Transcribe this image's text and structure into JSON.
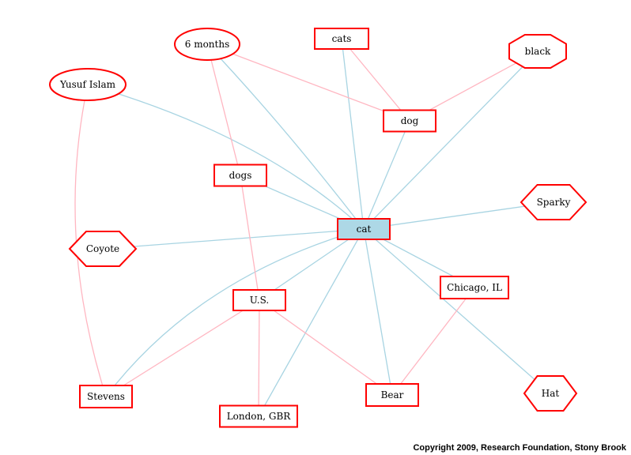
{
  "colors": {
    "node_border": "#ff0000",
    "focus_fill": "#add8e6",
    "edge_primary": "#a8d4e2",
    "edge_secondary": "#ffb6c1"
  },
  "nodes": {
    "six_months": {
      "label": "6 months",
      "shape": "ellipse"
    },
    "cats": {
      "label": "cats",
      "shape": "box"
    },
    "black": {
      "label": "black",
      "shape": "octagon"
    },
    "yusuf": {
      "label": "Yusuf Islam",
      "shape": "ellipse"
    },
    "dog": {
      "label": "dog",
      "shape": "box"
    },
    "dogs": {
      "label": "dogs",
      "shape": "box"
    },
    "cat": {
      "label": "cat",
      "shape": "box",
      "focus": true
    },
    "sparky": {
      "label": "Sparky",
      "shape": "hexagon"
    },
    "coyote": {
      "label": "Coyote",
      "shape": "hexagon"
    },
    "chicago": {
      "label": "Chicago, IL",
      "shape": "box"
    },
    "us": {
      "label": "U.S.",
      "shape": "box"
    },
    "stevens": {
      "label": "Stevens",
      "shape": "box"
    },
    "bear": {
      "label": "Bear",
      "shape": "box"
    },
    "hat": {
      "label": "Hat",
      "shape": "hexagon"
    },
    "london": {
      "label": "London, GBR",
      "shape": "box"
    }
  },
  "edges": [
    {
      "from": "six_months",
      "to": "cat",
      "type": "primary"
    },
    {
      "from": "yusuf",
      "to": "cat",
      "type": "primary"
    },
    {
      "from": "cats",
      "to": "cat",
      "type": "primary"
    },
    {
      "from": "black",
      "to": "cat",
      "type": "primary"
    },
    {
      "from": "dog",
      "to": "cat",
      "type": "primary"
    },
    {
      "from": "dogs",
      "to": "cat",
      "type": "primary"
    },
    {
      "from": "sparky",
      "to": "cat",
      "type": "primary"
    },
    {
      "from": "coyote",
      "to": "cat",
      "type": "primary"
    },
    {
      "from": "chicago",
      "to": "cat",
      "type": "primary"
    },
    {
      "from": "us",
      "to": "cat",
      "type": "primary"
    },
    {
      "from": "stevens",
      "to": "cat",
      "type": "primary"
    },
    {
      "from": "london",
      "to": "cat",
      "type": "primary"
    },
    {
      "from": "bear",
      "to": "cat",
      "type": "primary"
    },
    {
      "from": "hat",
      "to": "cat",
      "type": "primary"
    },
    {
      "from": "six_months",
      "to": "dog",
      "type": "secondary"
    },
    {
      "from": "six_months",
      "to": "dogs",
      "type": "secondary"
    },
    {
      "from": "dogs",
      "to": "us",
      "type": "secondary"
    },
    {
      "from": "cats",
      "to": "dog",
      "type": "secondary"
    },
    {
      "from": "black",
      "to": "dog",
      "type": "secondary"
    },
    {
      "from": "yusuf",
      "to": "stevens",
      "type": "secondary"
    },
    {
      "from": "us",
      "to": "stevens",
      "type": "secondary"
    },
    {
      "from": "us",
      "to": "london",
      "type": "secondary"
    },
    {
      "from": "us",
      "to": "bear",
      "type": "secondary"
    },
    {
      "from": "chicago",
      "to": "bear",
      "type": "secondary"
    }
  ],
  "copyright": "Copyright 2009, Research Foundation, Stony Brook"
}
